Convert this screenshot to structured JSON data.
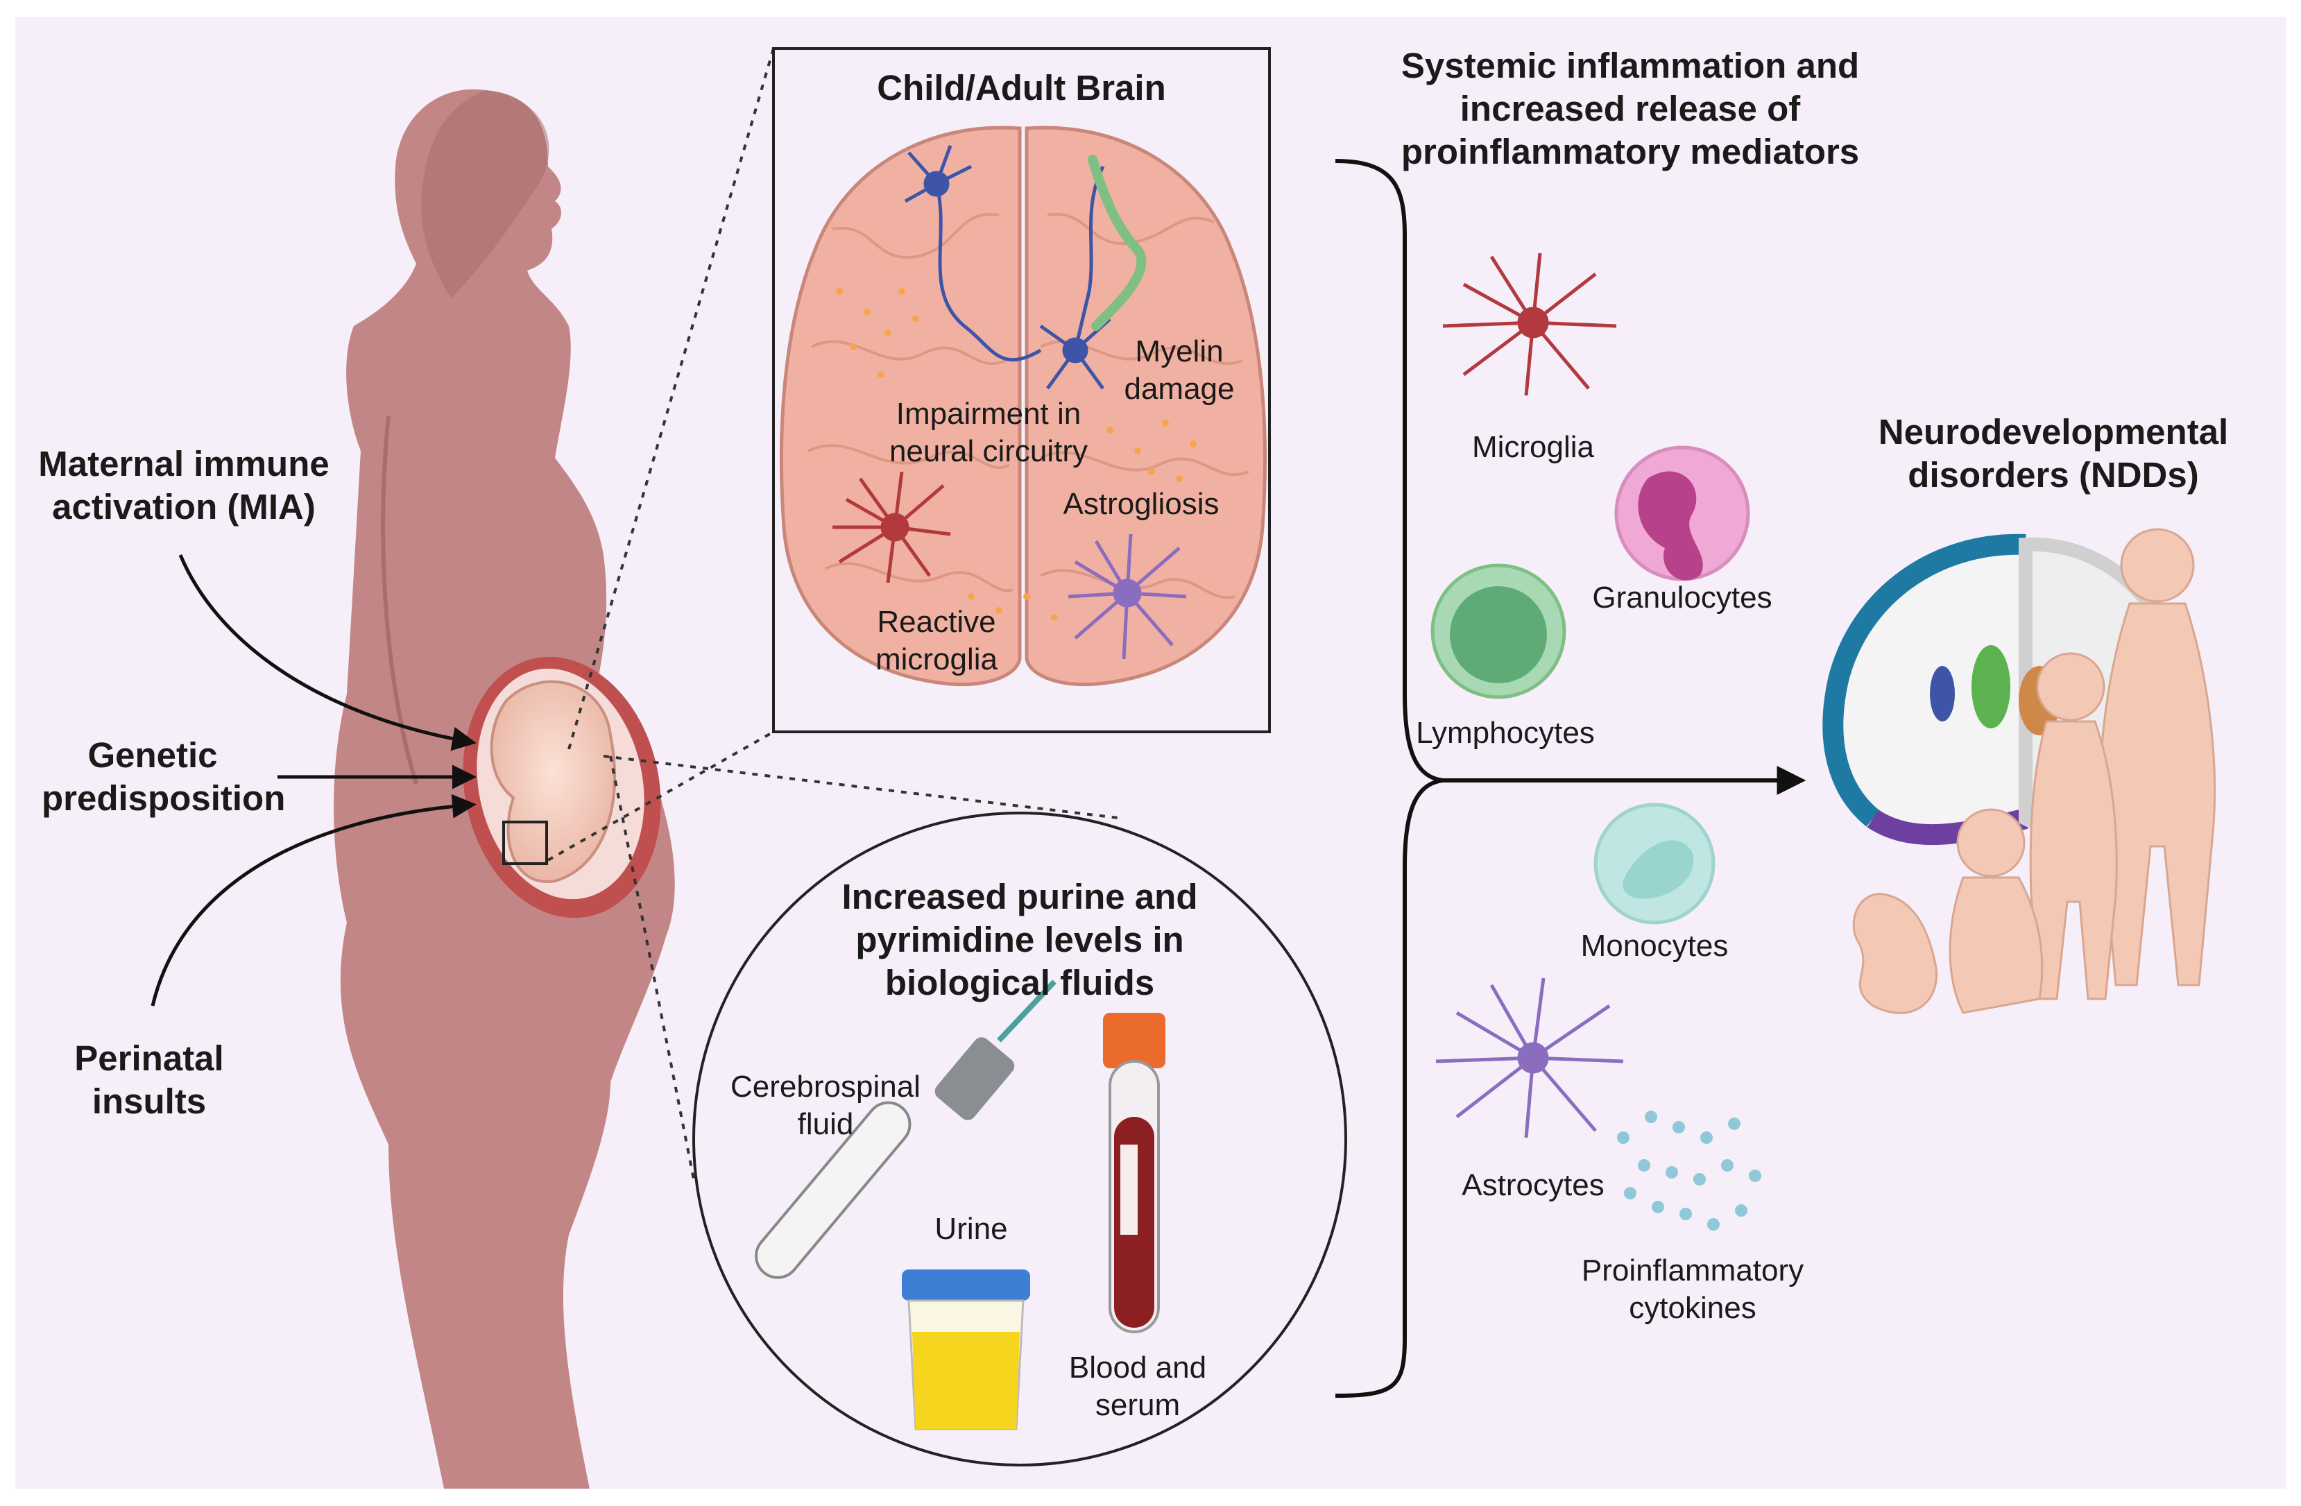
{
  "colors": {
    "background": "#f6effa",
    "body": "#c28686",
    "body_dark": "#a86e6e",
    "brain": "#f1b1a2",
    "brain_outline": "#c9877a",
    "neuron": "#3e54a7",
    "microglia": "#b2393d",
    "astrocyte": "#8b6dbf",
    "myelin": "#7fbf84",
    "granulocyte": "#f0a9d5",
    "lymphocyte": "#6cbd87",
    "monocyte": "#bfe6e3",
    "cytokine": "#8fc9d7",
    "blood": "#8c1f22",
    "urine": "#f6d51e",
    "arrow": "#111111"
  },
  "left": {
    "mia": [
      "Maternal immune",
      "activation (MIA)"
    ],
    "genetic": [
      "Genetic",
      "predisposition"
    ],
    "perinatal": [
      "Perinatal",
      "insults"
    ]
  },
  "brain_panel": {
    "title": "Child/Adult Brain",
    "myelin": [
      "Myelin",
      "damage"
    ],
    "impairment": [
      "Impairment in",
      "neural circuitry"
    ],
    "astrogliosis": "Astrogliosis",
    "reactive": [
      "Reactive",
      "microglia"
    ]
  },
  "fluids_panel": {
    "title": [
      "Increased purine and",
      "pyrimidine levels in",
      "biological fluids"
    ],
    "csf": [
      "Cerebrospinal",
      "fluid"
    ],
    "urine": "Urine",
    "blood": [
      "Blood and",
      "serum"
    ]
  },
  "systemic": {
    "title": [
      "Systemic inflammation and",
      "increased release of",
      "proinflammatory mediators"
    ],
    "microglia": "Microglia",
    "granulocytes": "Granulocytes",
    "lymphocytes": "Lymphocytes",
    "monocytes": "Monocytes",
    "astrocytes": "Astrocytes",
    "cytokines": [
      "Proinflammatory",
      "cytokines"
    ]
  },
  "ndd": {
    "title": [
      "Neurodevelopmental",
      "disorders (NDDs)"
    ]
  },
  "icons": [
    "pregnant-woman-silhouette",
    "fetus-in-uterus",
    "brain-top-view",
    "neuron-icon",
    "microglia-icon",
    "astrocyte-icon",
    "syringe-icon",
    "blood-tube-icon",
    "urine-cup-icon",
    "granulocyte-icon",
    "lymphocyte-icon",
    "monocyte-icon",
    "cytokine-dots",
    "brain-section-icon",
    "children-growth-figures",
    "brace",
    "arrow"
  ]
}
